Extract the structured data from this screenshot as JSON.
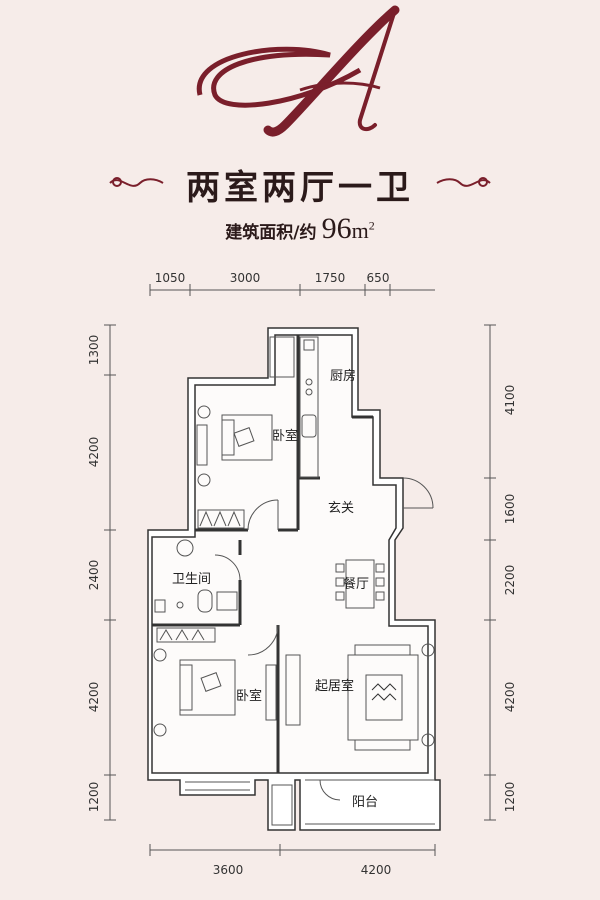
{
  "header": {
    "letter": "A",
    "title": "两室两厅一卫",
    "area_label": "建筑面积/约",
    "area_value": "96",
    "area_unit": "m",
    "area_unit_sup": "2"
  },
  "dimensions": {
    "top": [
      "1050",
      "3000",
      "1750",
      "650"
    ],
    "bottom": [
      "3600",
      "4200"
    ],
    "left": [
      "1300",
      "4200",
      "2400",
      "4200",
      "1200"
    ],
    "right": [
      "4100",
      "1600",
      "2200",
      "4200",
      "1200"
    ]
  },
  "rooms": {
    "bedroom1": "卧室",
    "kitchen": "厨房",
    "foyer": "玄关",
    "bathroom": "卫生间",
    "dining": "餐厅",
    "bedroom2": "卧室",
    "living": "起居室",
    "balcony": "阳台"
  },
  "colors": {
    "background": "#f6ece9",
    "accent": "#7a1f2b",
    "wall": "#ffffff",
    "line": "#333333"
  }
}
